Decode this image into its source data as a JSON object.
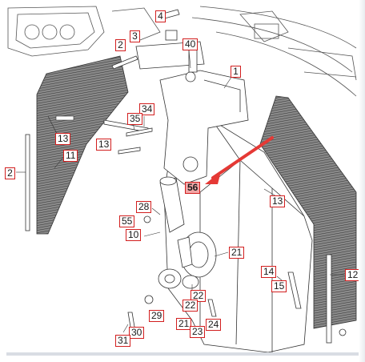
{
  "diagram": {
    "type": "exploded-parts-drawing",
    "callouts": [
      {
        "id": "c4",
        "text": "4"
      },
      {
        "id": "c2a",
        "text": "2"
      },
      {
        "id": "c3",
        "text": "3"
      },
      {
        "id": "c40",
        "text": "40"
      },
      {
        "id": "c1",
        "text": "1"
      },
      {
        "id": "c34",
        "text": "34"
      },
      {
        "id": "c35",
        "text": "35"
      },
      {
        "id": "c13a",
        "text": "13"
      },
      {
        "id": "c13b",
        "text": "13"
      },
      {
        "id": "c11",
        "text": "11"
      },
      {
        "id": "c2b",
        "text": "2"
      },
      {
        "id": "c56",
        "text": "56"
      },
      {
        "id": "c13c",
        "text": "13"
      },
      {
        "id": "c28",
        "text": "28"
      },
      {
        "id": "c55",
        "text": "55"
      },
      {
        "id": "c10",
        "text": "10"
      },
      {
        "id": "c21a",
        "text": "21"
      },
      {
        "id": "c14",
        "text": "14"
      },
      {
        "id": "c12",
        "text": "12"
      },
      {
        "id": "c15",
        "text": "15"
      },
      {
        "id": "c22a",
        "text": "22"
      },
      {
        "id": "c22b",
        "text": "22"
      },
      {
        "id": "c29",
        "text": "29"
      },
      {
        "id": "c30",
        "text": "30"
      },
      {
        "id": "c31",
        "text": "31"
      },
      {
        "id": "c21b",
        "text": "21"
      },
      {
        "id": "c23",
        "text": "23"
      },
      {
        "id": "c24",
        "text": "24"
      }
    ],
    "highlight_color": "#f2a7a7",
    "callout_border_color": "#d21f1f",
    "arrow_color": "#e53935"
  }
}
